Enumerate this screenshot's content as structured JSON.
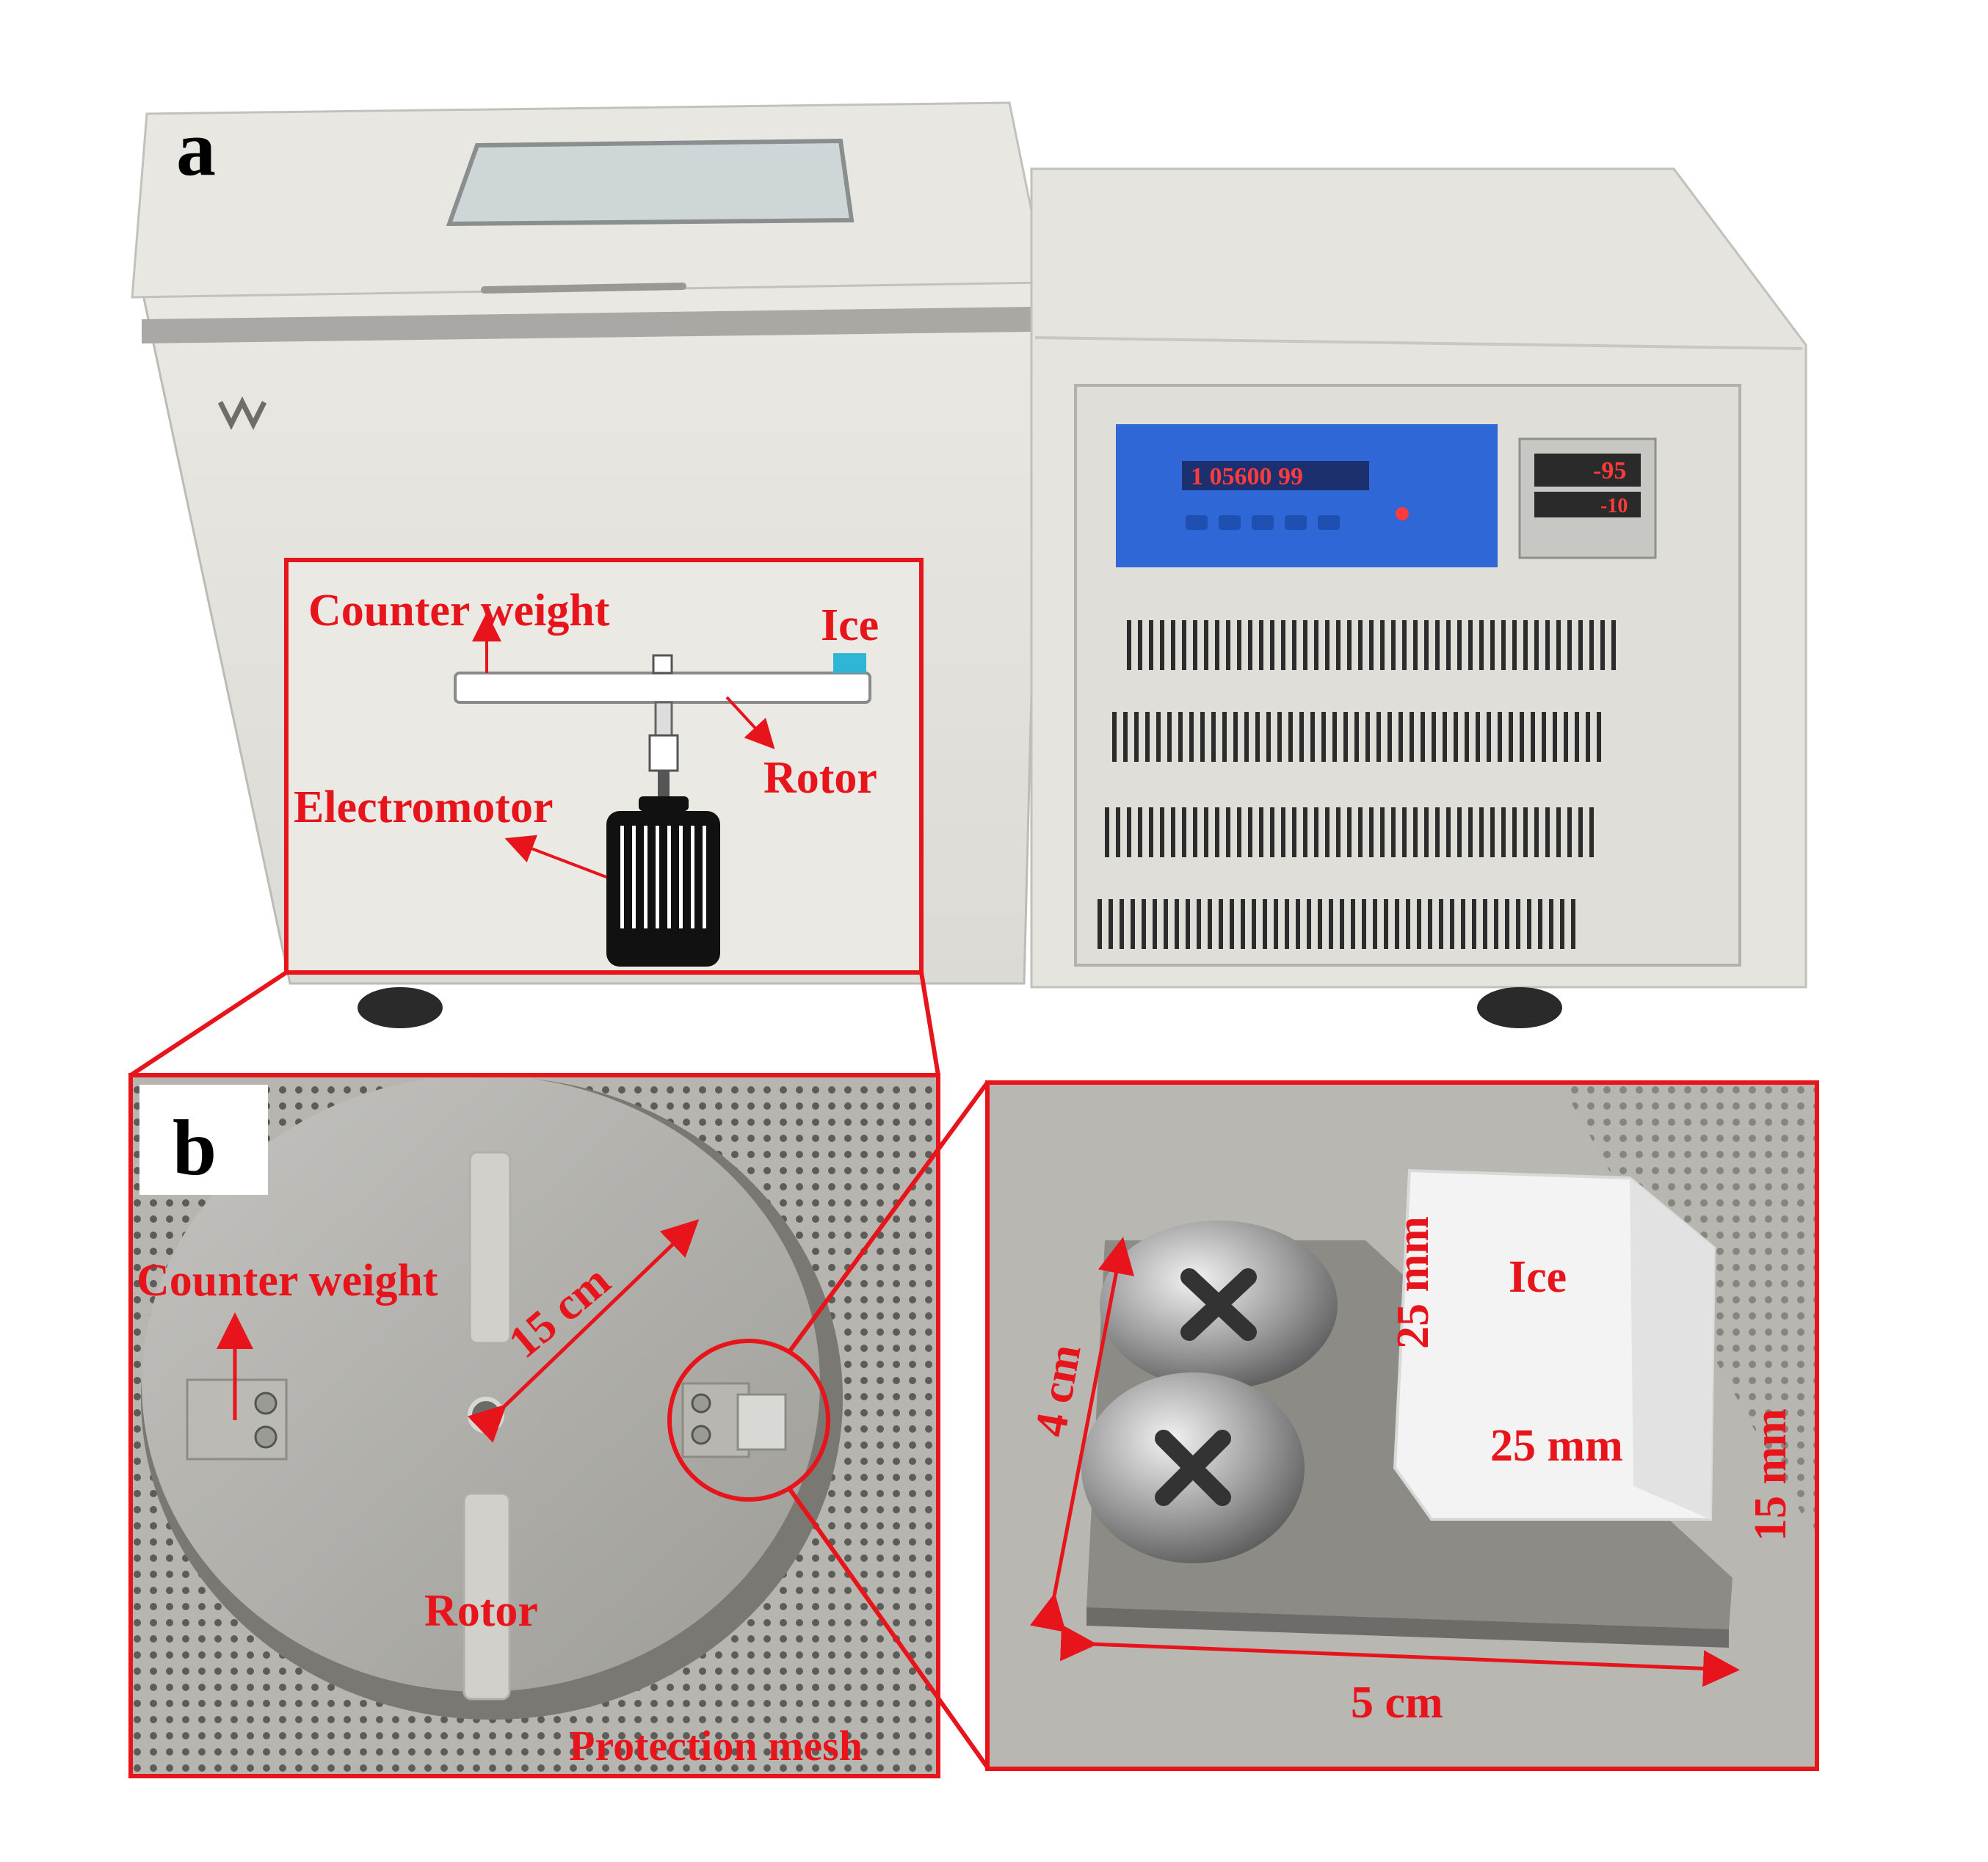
{
  "panels": {
    "a": {
      "letter": "a"
    },
    "b": {
      "letter": "b"
    }
  },
  "labels": {
    "counter_weight_a": "Counter weight",
    "ice_a": "Ice",
    "rotor_a": "Rotor",
    "electromotor": "Electromotor",
    "counter_weight_b": "Counter weight",
    "distance_15cm": "15 cm",
    "rotor_b": "Rotor",
    "protection_mesh": "Protection mesh",
    "dim_4cm": "4 cm",
    "dim_25mm_vertical": "25 mm",
    "ice_c": "Ice",
    "dim_25mm_horizontal": "25 mm",
    "dim_15mm": "15 mm",
    "dim_5cm": "5 cm"
  },
  "displays": {
    "main_readout": "1 05600 99",
    "temp_upper": "-95",
    "temp_lower": "-10"
  },
  "colors": {
    "annotation_red": "#e8141b",
    "machine_body": "#e4e2dd",
    "panel_blue": "#2f67d6",
    "led_red": "#ff3b3b",
    "ice_cube": "#f3f3f3"
  }
}
